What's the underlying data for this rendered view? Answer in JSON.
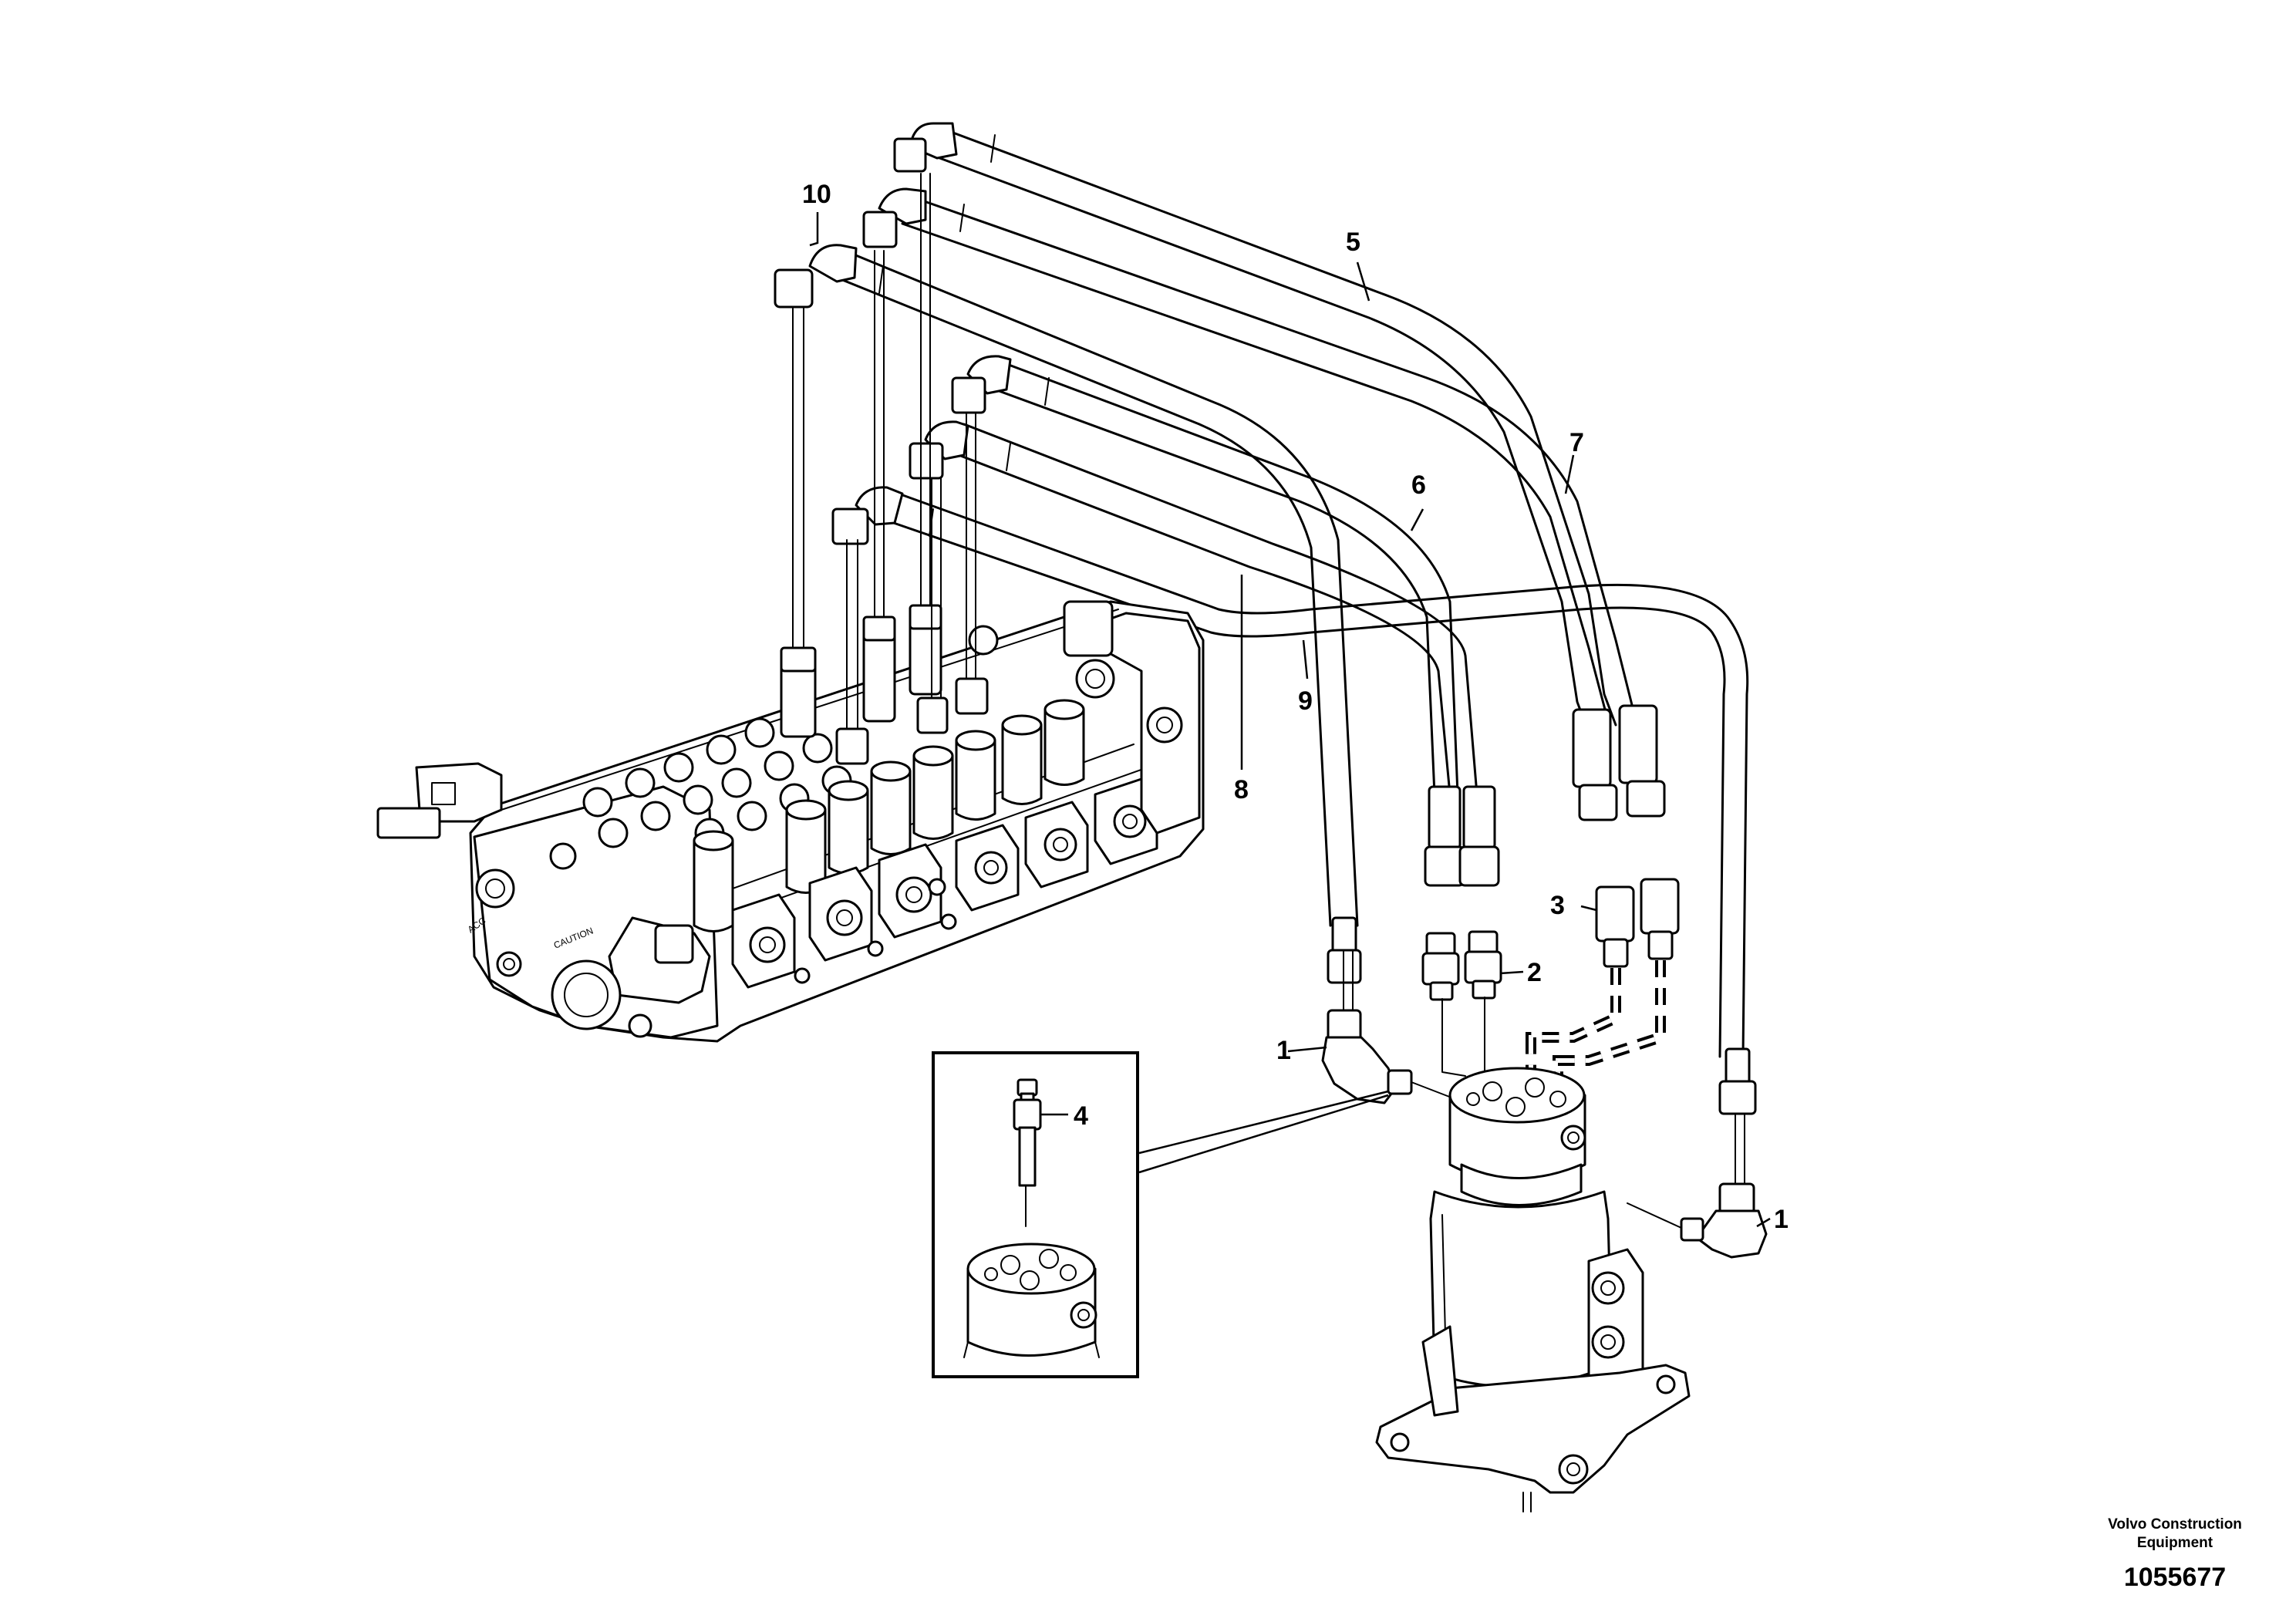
{
  "diagram": {
    "callouts": [
      {
        "id": "c1a",
        "label": "1"
      },
      {
        "id": "c1b",
        "label": "1"
      },
      {
        "id": "c2",
        "label": "2"
      },
      {
        "id": "c3",
        "label": "3"
      },
      {
        "id": "c4",
        "label": "4"
      },
      {
        "id": "c5",
        "label": "5"
      },
      {
        "id": "c6",
        "label": "6"
      },
      {
        "id": "c7",
        "label": "7"
      },
      {
        "id": "c8",
        "label": "8"
      },
      {
        "id": "c9",
        "label": "9"
      },
      {
        "id": "c10",
        "label": "10"
      }
    ],
    "valve_markings": [
      "ACC",
      "CAUTION"
    ]
  },
  "footer": {
    "brand_line1": "Volvo Construction",
    "brand_line2": "Equipment",
    "doc_number": "1055677"
  }
}
